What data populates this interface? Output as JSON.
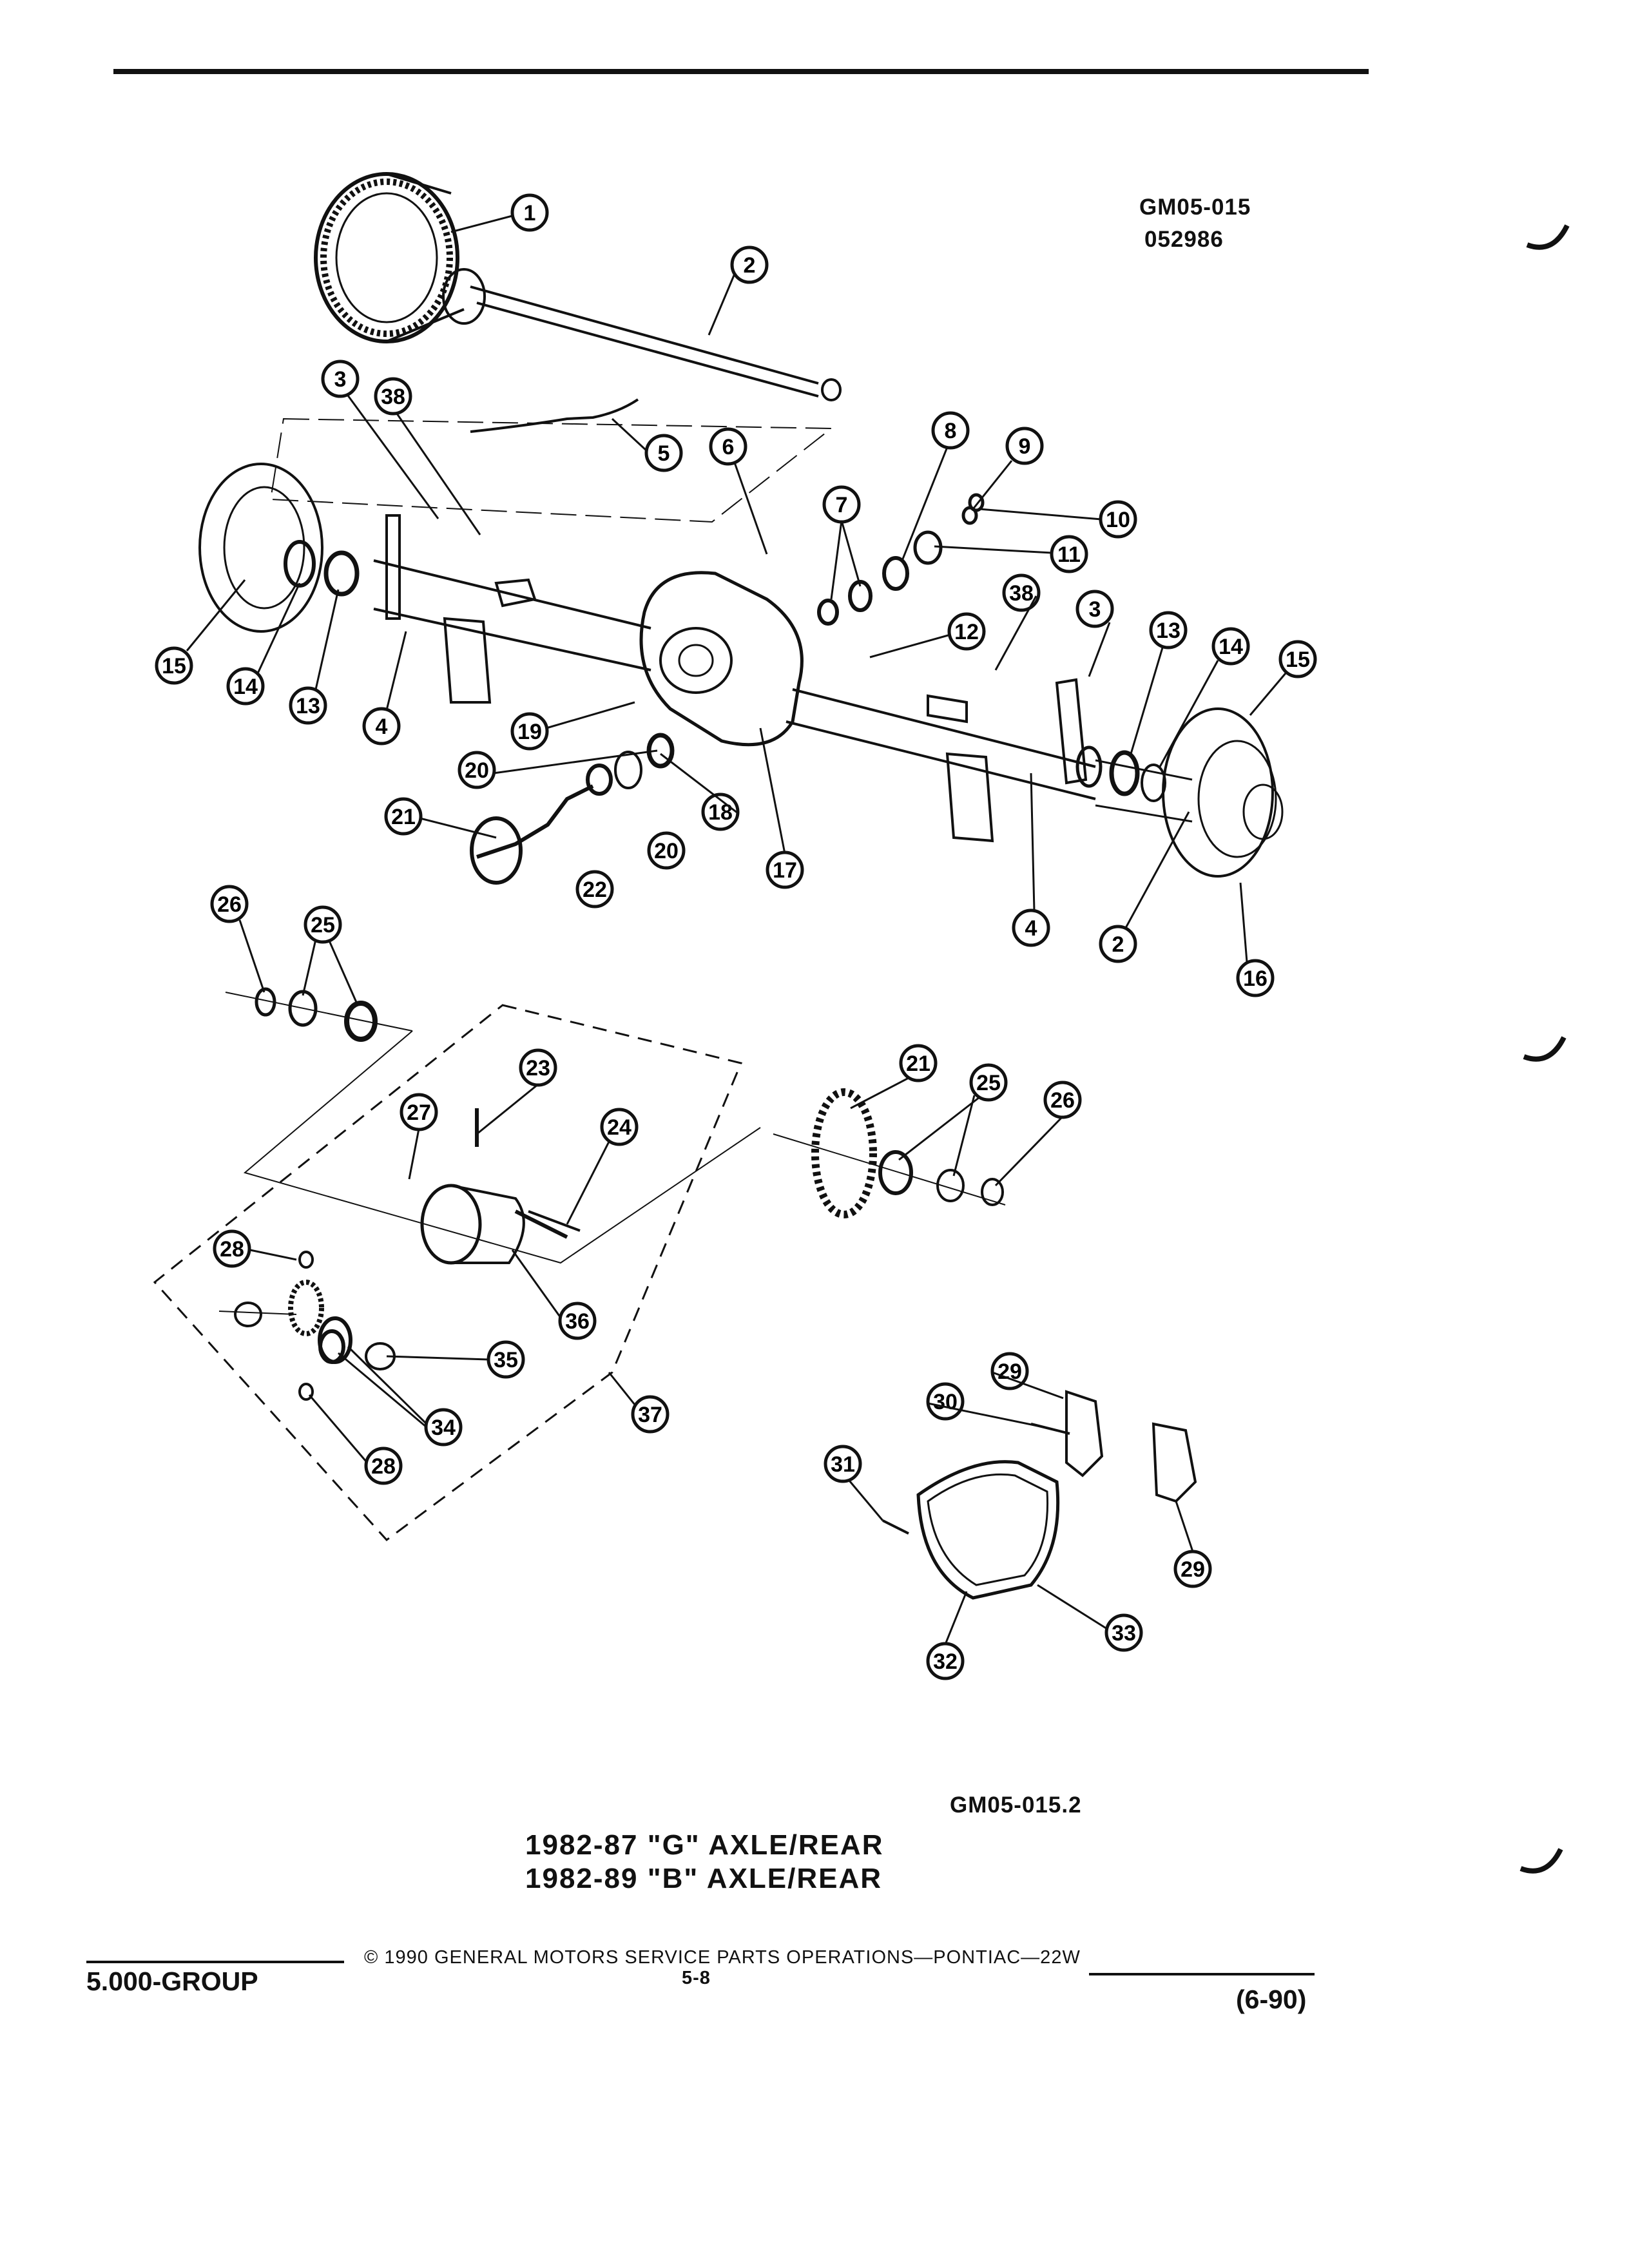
{
  "header": {
    "ref_code_line1": "GM05-015",
    "ref_code_line2": "052986"
  },
  "figure": {
    "ref_code": "GM05-015.2",
    "caption_line1": "1982-87 \"G\" AXLE/REAR",
    "caption_line2": "1982-89 \"B\" AXLE/REAR"
  },
  "callouts": [
    "1",
    "2",
    "3",
    "38",
    "5",
    "6",
    "7",
    "8",
    "9",
    "10",
    "11",
    "15",
    "14",
    "13",
    "4",
    "19",
    "20",
    "20",
    "21",
    "22",
    "18",
    "17",
    "12",
    "38",
    "3",
    "13",
    "14",
    "15",
    "16",
    "2",
    "4",
    "26",
    "25",
    "23",
    "27",
    "24",
    "21",
    "25",
    "26",
    "28",
    "36",
    "35",
    "34",
    "28",
    "37",
    "29",
    "30",
    "31",
    "29",
    "32",
    "33"
  ],
  "footer": {
    "group": "5.000-GROUP",
    "copyright": "© 1990 GENERAL MOTORS SERVICE PARTS OPERATIONS—PONTIAC—22W",
    "page": "5-8",
    "date": "(6-90)"
  }
}
